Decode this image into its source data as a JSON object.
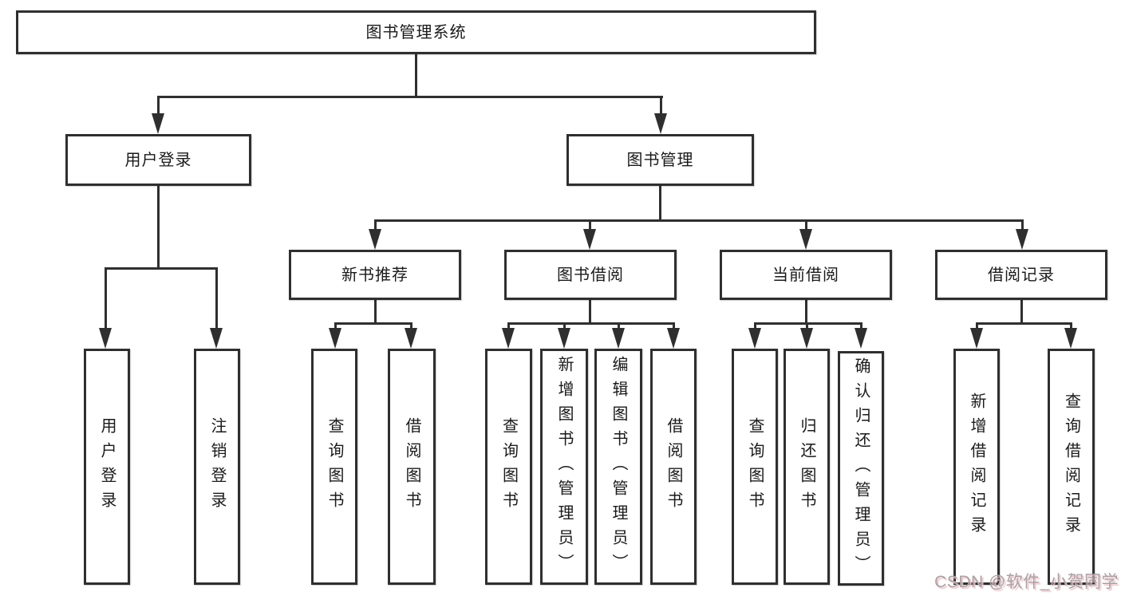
{
  "diagram": {
    "root": {
      "label": "图书管理系统"
    },
    "level2": [
      {
        "label": "用户登录",
        "children": [
          {
            "label": "用户登录"
          },
          {
            "label": "注销登录"
          }
        ]
      },
      {
        "label": "图书管理",
        "children": [
          {
            "label": "新书推荐",
            "children": [
              {
                "label": "查询图书"
              },
              {
                "label": "借阅图书"
              }
            ]
          },
          {
            "label": "图书借阅",
            "children": [
              {
                "label": "查询图书"
              },
              {
                "label": "新增图书（管理员）"
              },
              {
                "label": "编辑图书（管理员）"
              },
              {
                "label": "借阅图书"
              }
            ]
          },
          {
            "label": "当前借阅",
            "children": [
              {
                "label": "查询图书"
              },
              {
                "label": "归还图书"
              },
              {
                "label": "确认归还（管理员）"
              }
            ]
          },
          {
            "label": "借阅记录",
            "children": [
              {
                "label": "新增借阅记录"
              },
              {
                "label": "查询借阅记录"
              }
            ]
          }
        ]
      }
    ]
  },
  "watermark": {
    "text": "CSDN @软件_小贺同学"
  },
  "colors": {
    "line": "#2f2f2f",
    "text": "#1a1a1a",
    "watermark": "#a9a2a4",
    "watermark_shadow": "#eec3ca"
  }
}
